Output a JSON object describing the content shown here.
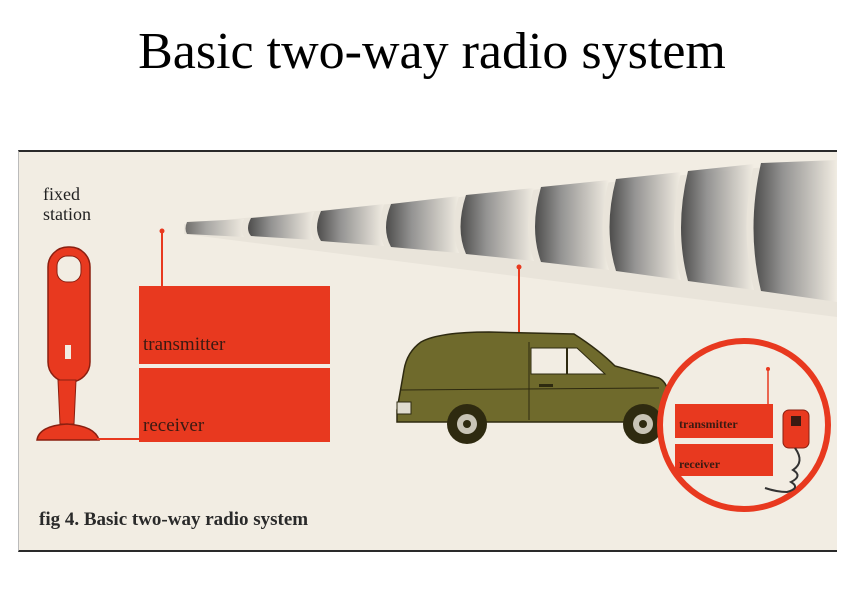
{
  "slide": {
    "title": "Basic two-way radio system"
  },
  "diagram": {
    "fixed_station_label_line1": "fixed",
    "fixed_station_label_line2": "station",
    "base_transmitter_label": "transmitter",
    "base_receiver_label": "receiver",
    "mobile_transmitter_label": "transmitter",
    "mobile_receiver_label": "receiver",
    "caption": "fig 4. Basic two-way radio system"
  },
  "colors": {
    "accent_red": "#e8391f",
    "van_olive": "#6f6a2c",
    "figure_bg": "#f2ede3"
  }
}
